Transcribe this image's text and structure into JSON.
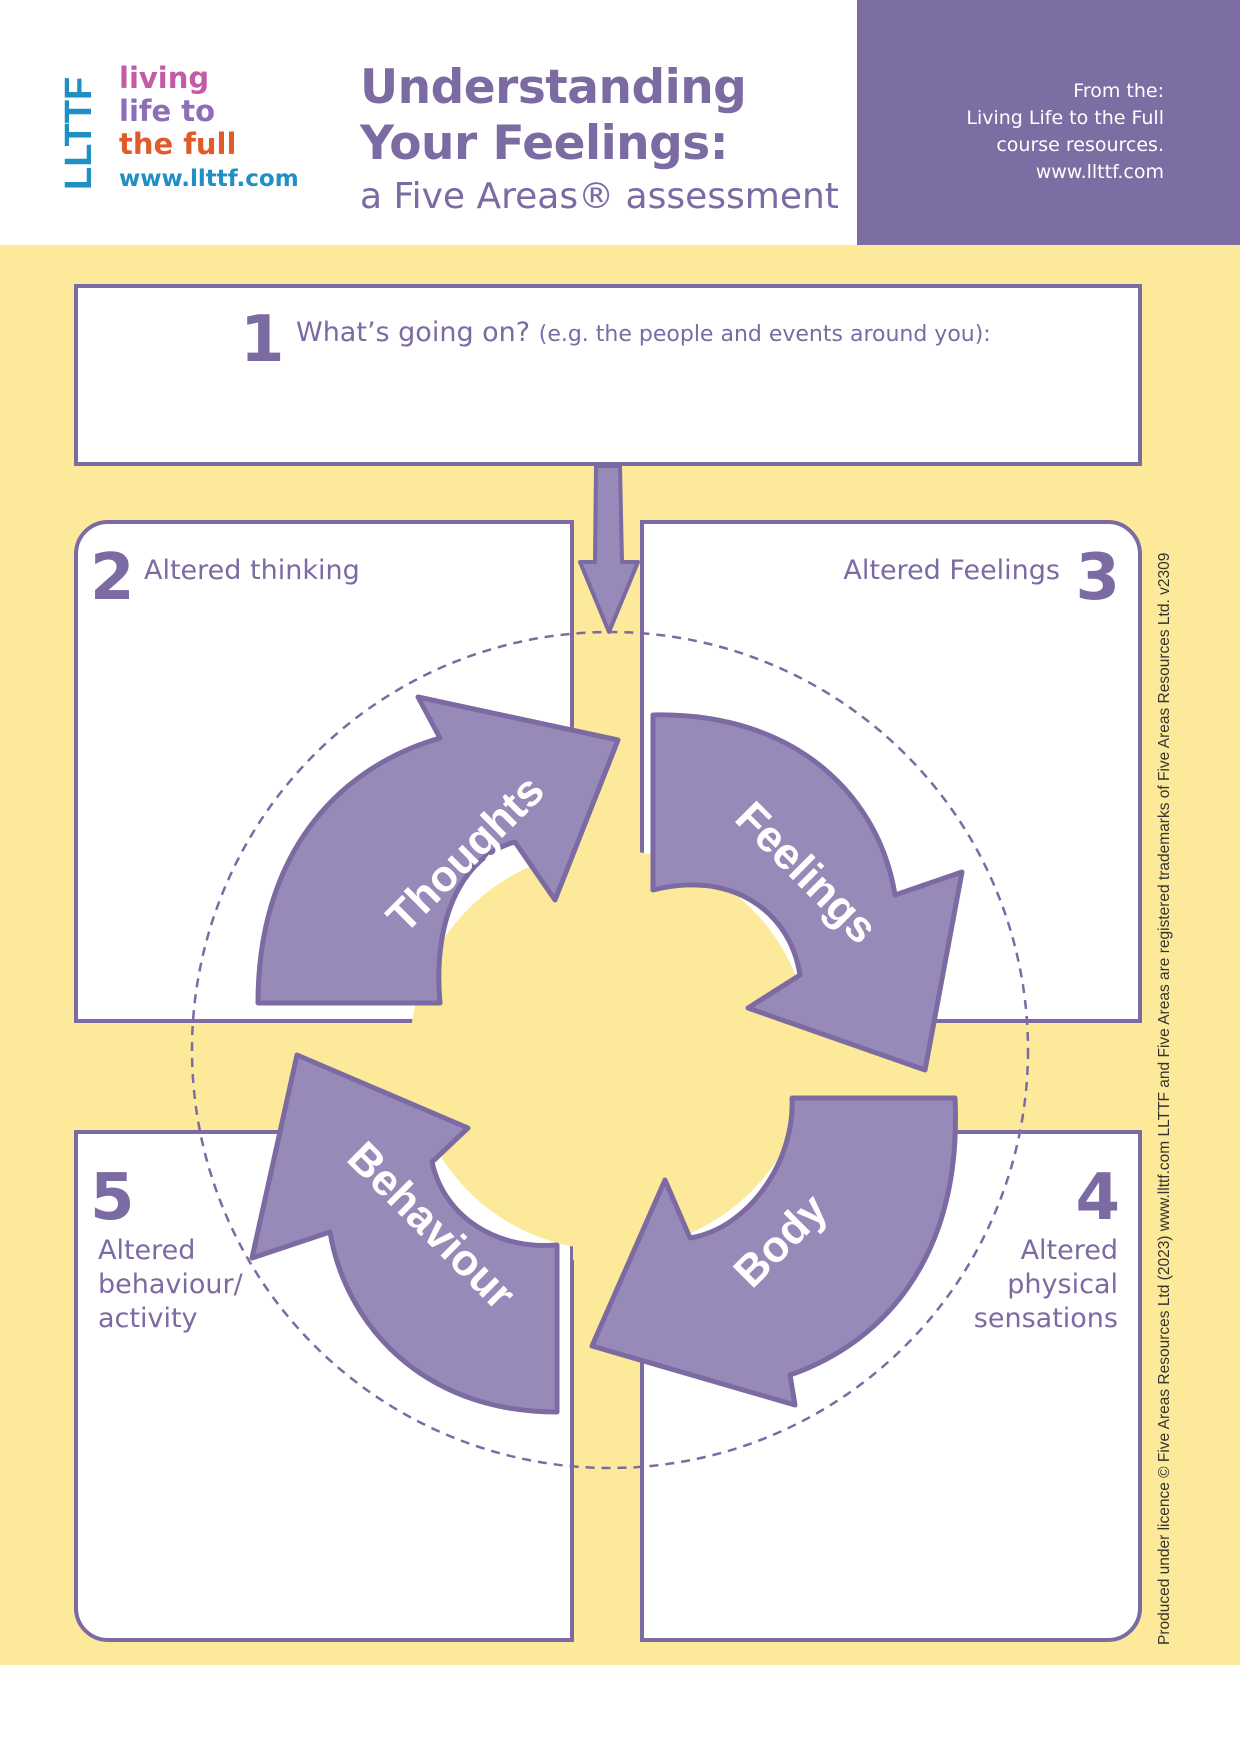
{
  "header": {
    "logo_vertical": "LLTTF",
    "logo_lines": [
      "living",
      "life to",
      "the full"
    ],
    "logo_url": "www.llttf.com",
    "title_line1": "Understanding",
    "title_line2": "Your Feelings:",
    "subtitle": "a Five Areas® assessment",
    "from_lines": [
      "From the:",
      "Living Life to the Full",
      "course resources.",
      "www.llttf.com"
    ]
  },
  "boxes": {
    "box1": {
      "number": "1",
      "label": "What’s going on?",
      "hint": "(e.g. the people and events around you):"
    },
    "box2": {
      "number": "2",
      "label": "Altered thinking"
    },
    "box3": {
      "number": "3",
      "label": "Altered Feelings"
    },
    "box4": {
      "number": "4",
      "label_lines": [
        "Altered",
        "physical",
        "sensations"
      ]
    },
    "box5": {
      "number": "5",
      "label_lines": [
        "Altered",
        "behaviour/",
        "activity"
      ]
    }
  },
  "cycle": {
    "arrows": [
      "Thoughts",
      "Feelings",
      "Body",
      "Behaviour"
    ]
  },
  "footer": {
    "side_text": "Produced under licence © Five Areas Resources Ltd (2023) www.llttf.com LLTTF and Five Areas are registered trademarks of Five Areas Resources Ltd.  v2309"
  },
  "colors": {
    "purple": "#7c6aa3",
    "arrow_fill": "#978ab8",
    "yellow": "#fde99a",
    "from_box": "#7c6da2"
  }
}
